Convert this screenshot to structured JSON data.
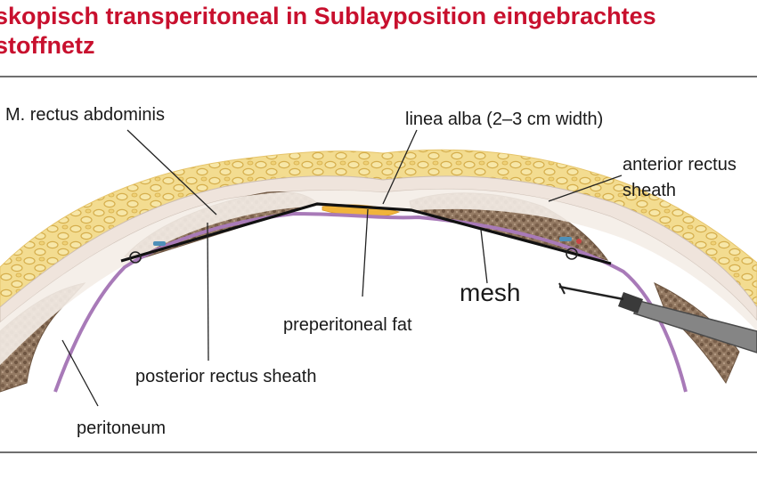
{
  "title": {
    "line1": "skopisch transperitoneal in Sublayposition eingebrachtes",
    "line2": "stoffnetz"
  },
  "labels": {
    "rectus": "M. rectus abdominis",
    "linea_alba": "linea alba (2–3 cm width)",
    "anterior_1": "anterior rectus",
    "anterior_2": "sheath",
    "mesh": "mesh",
    "preperitoneal": "preperitoneal fat",
    "posterior": "posterior rectus sheath",
    "peritoneum": "peritoneum"
  },
  "colors": {
    "title": "#c8102e",
    "fat": "#f2d98a",
    "fat_cells": "#d8b24e",
    "fascia": "#efe4dc",
    "muscle": "#8f7560",
    "peritoneum": "#a87ab8",
    "mesh": "#111111",
    "preperitoneal_fat": "#f0b43c",
    "instrument": "#7a7a7a"
  }
}
